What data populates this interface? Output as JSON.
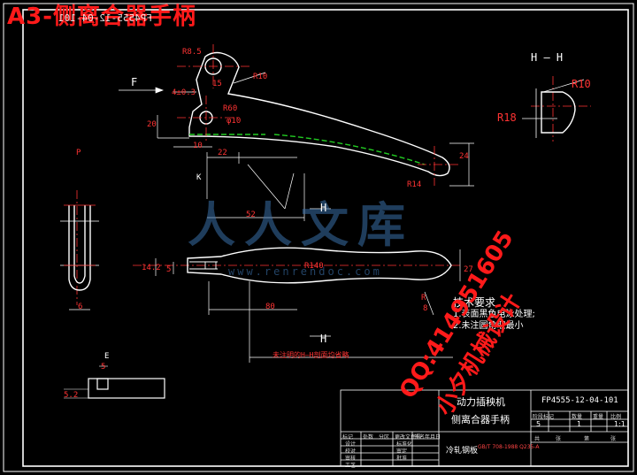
{
  "title": "A3-侧离合器手柄",
  "mirrored_title": "FP4555-12-04-101",
  "watermark": {
    "logo_text": "人人文库",
    "url_text": "www.renrendoc.com",
    "qq_line1": "QQ:414951605",
    "qq_line2": "小夕机械设计"
  },
  "labels": {
    "arrow_f": "F",
    "section_hh": "H — H",
    "p_mark": "P",
    "k_mark": "K",
    "e_mark": "E",
    "h_top": "H",
    "h_bottom": "H"
  },
  "dimensions": {
    "top_view": [
      "R8.5",
      "15",
      "4±0.3",
      "R10",
      "R60",
      "20",
      "φ10",
      "10",
      "22",
      "24",
      "52",
      "R14"
    ],
    "section": [
      "R10",
      "R18"
    ],
    "plan_view": [
      "14.2",
      "5",
      "R140",
      "27",
      "80",
      "R",
      "8"
    ],
    "long_note": "未注明的H—H剖面均省略",
    "side_view": [
      "6"
    ],
    "small_view": [
      "5",
      "5.2"
    ]
  },
  "technical_notes": {
    "heading": "技术要求",
    "items": [
      "1.表面黑色电泳处理;",
      "2.未注圆角取最小"
    ]
  },
  "title_block": {
    "company": "动力插秧机",
    "part_name": "侧离合器手柄",
    "drawing_no": "FP4555-12-04-101",
    "material": "冷轧钢板",
    "scale": "1:1",
    "qty": "1",
    "mass": "5",
    "header_cells": [
      "标记",
      "处数",
      "分区",
      "更改文件号",
      "签名",
      "年月日"
    ],
    "role_cells": [
      "设计",
      "校对",
      "审核",
      "工艺",
      "标准化",
      "审定",
      "批准"
    ],
    "stage_cells": [
      "阶段标记",
      "数量",
      "重量",
      "比例"
    ],
    "sheet_cells": [
      "共",
      "张",
      "第",
      "张"
    ],
    "material_note": "GB/T 708-1988 Q235-A"
  },
  "colors": {
    "background": "#000000",
    "line": "#ffffff",
    "red": "#ff1a1a",
    "green": "#22cc22",
    "watermark_blue": "#3a6fa8"
  }
}
